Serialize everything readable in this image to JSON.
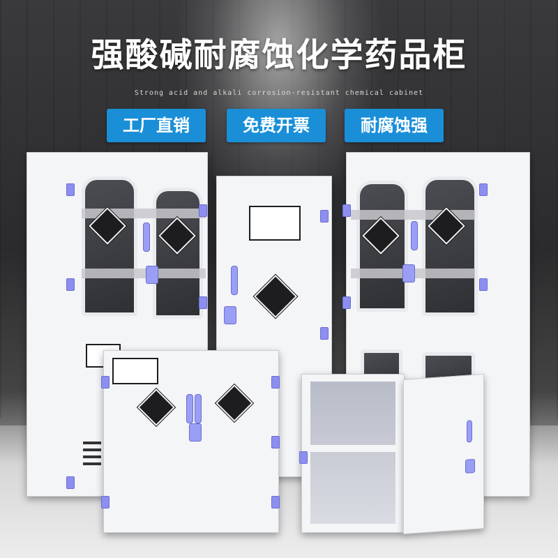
{
  "title": "强酸碱耐腐蚀化学药品柜",
  "subtitle": "Strong acid and alkali corrosion-resistant chemical cabinet",
  "badges": [
    "工厂直销",
    "免费开票",
    "耐腐蚀强"
  ],
  "colors": {
    "badge": "#1a8fd8",
    "hinge": "#8c8ff0",
    "cabinet": "#f4f5f7"
  }
}
